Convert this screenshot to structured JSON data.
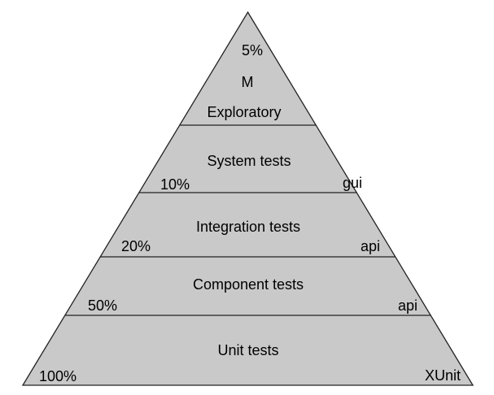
{
  "diagram": {
    "kind": "test-pyramid",
    "colors": {
      "background": "#ffffff",
      "pyramid_fill": "#c9c9c9",
      "line_stroke": "#222222",
      "text": "#000000"
    },
    "layers": [
      {
        "label": "Exploratory",
        "percent": "5%",
        "annotation": "M",
        "tool": ""
      },
      {
        "label": "System tests",
        "percent": "10%",
        "annotation": "",
        "tool": "gui"
      },
      {
        "label": "Integration tests",
        "percent": "20%",
        "annotation": "",
        "tool": "api"
      },
      {
        "label": "Component tests",
        "percent": "50%",
        "annotation": "",
        "tool": "api"
      },
      {
        "label": "Unit tests",
        "percent": "100%",
        "annotation": "",
        "tool": "XUnit"
      }
    ]
  }
}
